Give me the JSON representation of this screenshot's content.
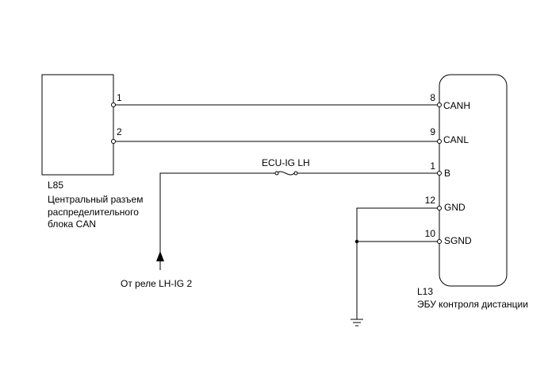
{
  "connector_l85": {
    "id": "L85",
    "name_lines": [
      "Центральный разъем",
      "распределительного",
      "блока CAN"
    ],
    "pins": [
      "1",
      "2"
    ]
  },
  "ecu_l13": {
    "id": "L13",
    "name": "ЭБУ контроля дистанции",
    "pins": [
      {
        "num": "8",
        "name": "CANH"
      },
      {
        "num": "9",
        "name": "CANL"
      },
      {
        "num": "1",
        "name": "B"
      },
      {
        "num": "12",
        "name": "GND"
      },
      {
        "num": "10",
        "name": "SGND"
      }
    ]
  },
  "fuse": {
    "label": "ECU-IG LH"
  },
  "relay_source": {
    "label": "От реле LH-IG 2"
  }
}
